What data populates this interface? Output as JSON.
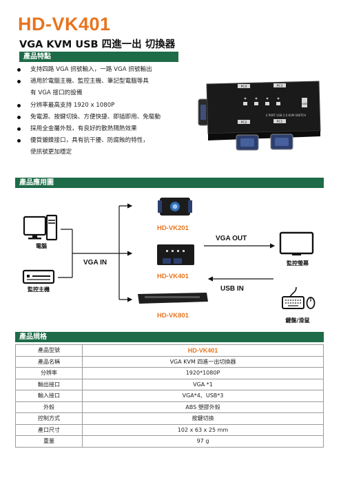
{
  "header": {
    "model": "HD-VK401",
    "subtitle": "VGA KVM USB 四進一出 切換器"
  },
  "features": {
    "section_title": "產品特點",
    "items": [
      {
        "text": "支持四路 VGA 訊號輸入，一路 VGA 訊號輸出",
        "cont": ""
      },
      {
        "text": "適用於電腦主機、監控主機、筆記型電腦等具",
        "cont": "有 VGA 接口的設備"
      },
      {
        "text": "分辨率最高支持 1920 x 1080P",
        "cont": ""
      },
      {
        "text": "免電源、按鍵切換、方便快捷、即插即用、免驅動",
        "cont": ""
      },
      {
        "text": "採用全金屬外殼，有良好的散熱隔熱效果",
        "cont": ""
      },
      {
        "text": "優質鍍鎳接口，具有抗干擾、防腐蝕的特性，",
        "cont": "使訊號更加穩定"
      }
    ]
  },
  "device_photo": {
    "top_ports": [
      "PC4",
      "PC3"
    ],
    "bottom_ports": [
      "PC2",
      "PC1"
    ],
    "panel_text": "4 PORT USB 2.0 KVM SWITCH",
    "side_label": "USB"
  },
  "application": {
    "section_title": "產品應用圖",
    "left_devices": [
      {
        "label": "電腦",
        "icon": "computer-icon"
      },
      {
        "label": "監控主機",
        "icon": "dvr-icon"
      }
    ],
    "vga_in": "VGA IN",
    "vga_out": "VGA OUT",
    "usb_in": "USB IN",
    "products": [
      "HD-VK201",
      "HD-VK401",
      "HD-VK801"
    ],
    "right_devices": [
      {
        "label": "監控螢幕",
        "icon": "monitor-icon"
      },
      {
        "label": "鍵盤/滑鼠",
        "icon": "keyboard-mouse-icon"
      }
    ]
  },
  "specs": {
    "section_title": "產品規格",
    "rows": [
      {
        "key": "產品型號",
        "value": "HD-VK401",
        "highlight": true
      },
      {
        "key": "產品名稱",
        "value": "VGA KVM 四進一出切換器",
        "highlight": false
      },
      {
        "key": "分辨率",
        "value": "1920*1080P",
        "highlight": false
      },
      {
        "key": "輸出接口",
        "value": "VGA *1",
        "highlight": false
      },
      {
        "key": "輸入接口",
        "value": "VGA*4、USB*3",
        "highlight": false
      },
      {
        "key": "外殼",
        "value": "ABS 塑膠外殼",
        "highlight": false
      },
      {
        "key": "控制方式",
        "value": "按鍵切換",
        "highlight": false
      },
      {
        "key": "產口尺寸",
        "value": "102 x 63 x 25 mm",
        "highlight": false
      },
      {
        "key": "重量",
        "value": "97 g",
        "highlight": false
      }
    ]
  },
  "colors": {
    "accent_orange": "#e8741e",
    "section_green": "#1d6b47"
  }
}
